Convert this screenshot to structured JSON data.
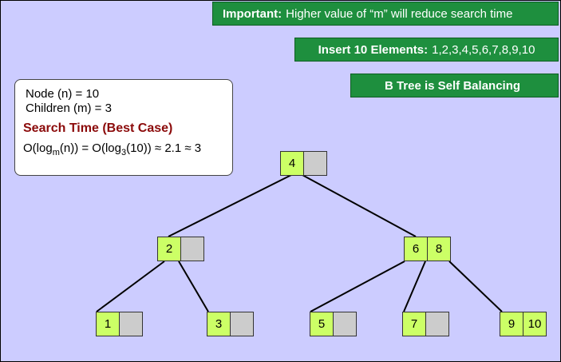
{
  "banners": {
    "important": {
      "bold": "Important:",
      "text": "Higher value of “m” will reduce search time"
    },
    "insert": {
      "bold": "Insert 10 Elements:",
      "text": "1,2,3,4,5,6,7,8,9,10"
    },
    "selfbalancing": {
      "bold": "B Tree is Self Balancing",
      "text": ""
    }
  },
  "info": {
    "nodes": "Node (n) = 10",
    "children": "Children (m) = 3",
    "search_title": "Search Time (Best Case)",
    "formula_prefix": "O(log",
    "formula_sub1": "m",
    "formula_mid": "(n)) = O(log",
    "formula_sub2": "3",
    "formula_suffix": "(10)) ≈ 2.1 ≈ 3"
  },
  "tree": {
    "root": [
      "4",
      ""
    ],
    "level1": [
      [
        "2",
        ""
      ],
      [
        "6",
        "8"
      ]
    ],
    "leaves": [
      [
        "1",
        ""
      ],
      [
        "3",
        ""
      ],
      [
        "5",
        ""
      ],
      [
        "7",
        ""
      ],
      [
        "9",
        "10"
      ]
    ]
  },
  "colors": {
    "background": "#ccccff",
    "banner": "#1e8f3e",
    "key_filled": "#ccff66",
    "key_empty": "#cccccc",
    "search_title": "#8b0a0a"
  }
}
